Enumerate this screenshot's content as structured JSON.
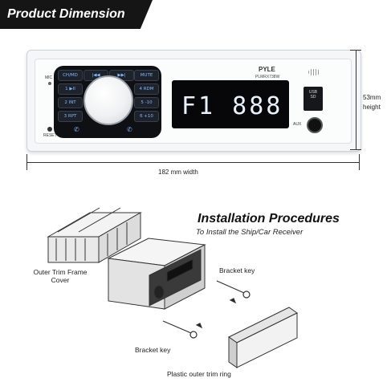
{
  "banner": {
    "title": "Product Dimension"
  },
  "radio": {
    "brand": "PYLE",
    "model": "PLMRX738W",
    "keys": [
      "CH/MD",
      "|◀◀",
      "▶▶|",
      "MUTE",
      "1 ▶II",
      "4 RDM",
      "2 INT",
      "5 -10",
      "3 RPT",
      "6 +10"
    ],
    "display_text": "F1 888",
    "usb_label": "USB SD",
    "aux_label": "AUX",
    "mic_label": "MIC",
    "reset_label": "RESET"
  },
  "dimensions": {
    "width_label": "182 mm width",
    "height_value": "53mm",
    "height_unit": "height"
  },
  "installation": {
    "title": "Installation Procedures",
    "subtitle": "To Install the Ship/Car Receiver",
    "labels": {
      "outer_trim": "Outer Trim Frame Cover",
      "bracket_key_1": "Bracket key",
      "bracket_key_2": "Bracket key",
      "trim_ring": "Plastic outer trim ring"
    }
  },
  "colors": {
    "banner_bg": "#151515",
    "key_text": "#7fb7ff",
    "display_bg": "#070709"
  }
}
